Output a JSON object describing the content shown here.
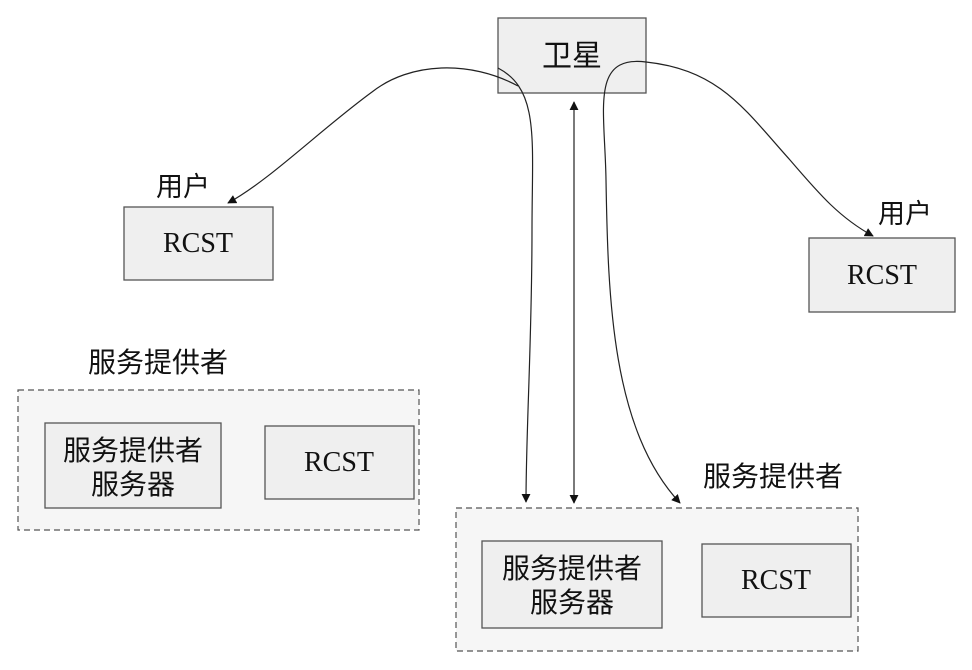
{
  "satellite": {
    "label": "卫星"
  },
  "user_left": {
    "label": "用户",
    "terminal": "RCST"
  },
  "user_right": {
    "label": "用户",
    "terminal": "RCST"
  },
  "provider_left": {
    "label": "服务提供者",
    "server_line1": "服务提供者",
    "server_line2": "服务器",
    "terminal": "RCST"
  },
  "provider_right": {
    "label": "服务提供者",
    "server_line1": "服务提供者",
    "server_line2": "服务器",
    "terminal": "RCST"
  }
}
